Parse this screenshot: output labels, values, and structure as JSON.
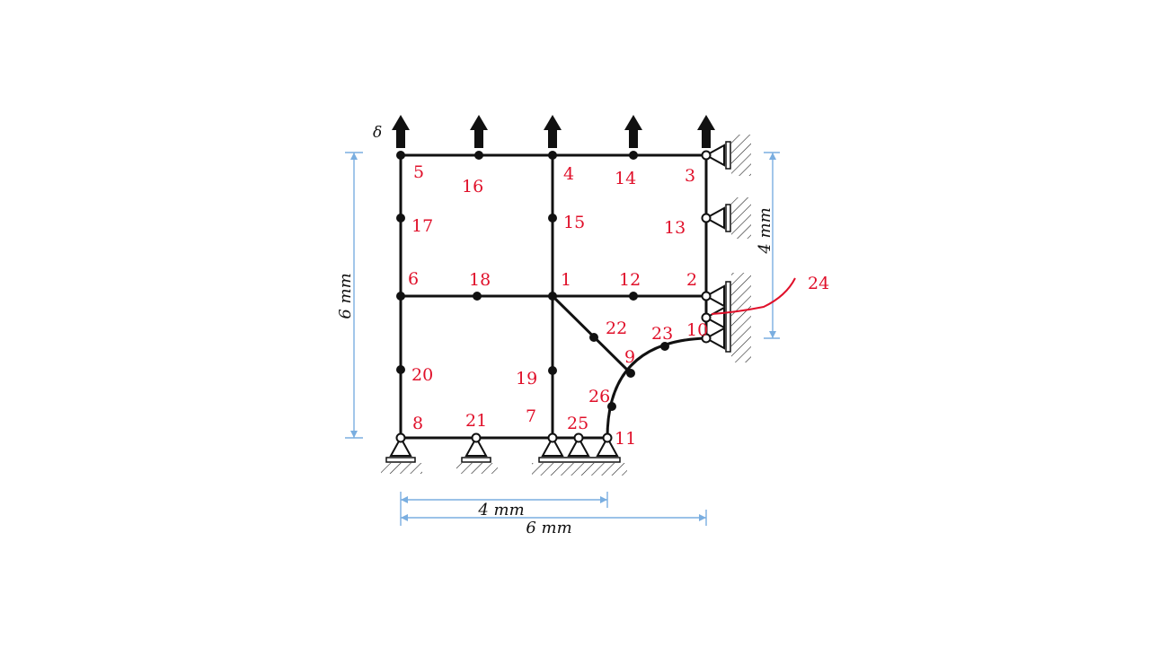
{
  "diagram": {
    "load_symbol": "δ",
    "dimensions": {
      "height_left": "6 mm",
      "height_right": "4 mm",
      "width_inner": "4 mm",
      "width_outer": "6 mm"
    },
    "node_labels": [
      "5",
      "16",
      "4",
      "14",
      "3",
      "17",
      "15",
      "13",
      "6",
      "18",
      "1",
      "12",
      "2",
      "24",
      "22",
      "23",
      "10",
      "9",
      "20",
      "19",
      "26",
      "8",
      "21",
      "7",
      "25",
      "11"
    ],
    "colors": {
      "labels": "#e0102a",
      "dimension_lines": "#7aaee0",
      "members": "#111111"
    }
  }
}
